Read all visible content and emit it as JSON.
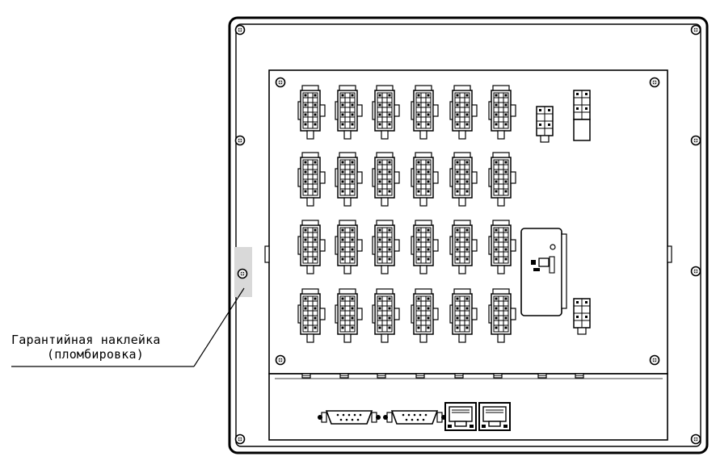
{
  "callout": {
    "line1": "Гарантийная наклейка",
    "line2": "(пломбировка)"
  },
  "colors": {
    "stroke": "#000000",
    "background": "#ffffff",
    "seal_fill": "#d9d9d9"
  },
  "panel": {
    "terminal_block_grid": {
      "rows": 4,
      "columns": 6
    },
    "small_connectors": 3,
    "module_count": 1,
    "db9_connectors": 2,
    "rj45_ports": 2,
    "bottom_studs": 8
  }
}
